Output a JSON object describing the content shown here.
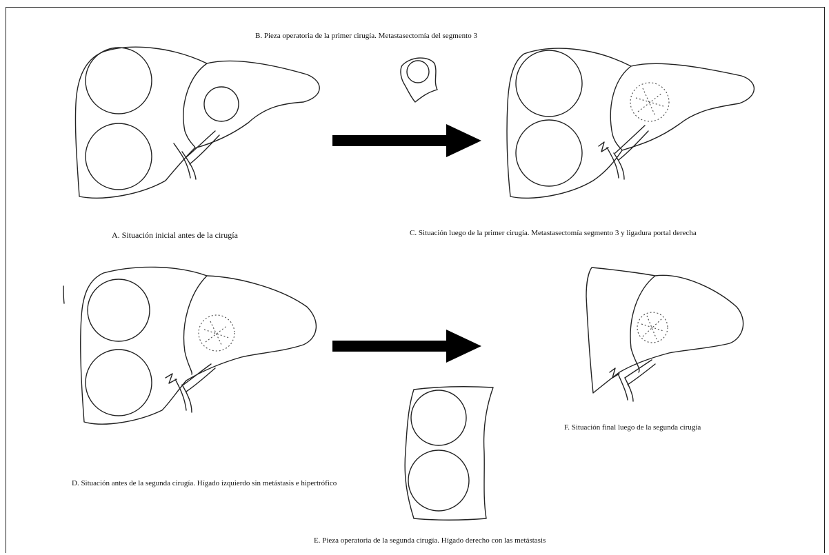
{
  "captions": {
    "a": "A. Situación inicial antes de la cirugía",
    "b": "B. Pieza operatoria de la primer cirugía. Metastasectomía del segmento 3",
    "c": "C. Situación luego de la primer cirugía. Metastasectomía segmento 3 y ligadura portal derecha",
    "d": "D.  Situación antes de la segunda cirugía. Hígado izquierdo sin metástasis e hipertrófico",
    "e": "E. Pieza operatoria de la segunda cirugía. Hígado derecho con las metástasis",
    "f": "F. Situación  final luego de la segunda cirugía"
  },
  "colors": {
    "line": "#222222",
    "arrow": "#000000",
    "background": "#ffffff"
  }
}
